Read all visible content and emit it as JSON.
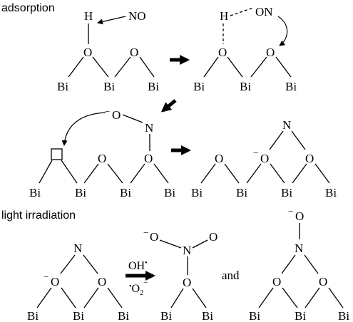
{
  "labels": {
    "adsorption": "adsorption",
    "light_irradiation": "light irradiation",
    "and": "and",
    "radical_oh": "OH",
    "radical_o2": "O",
    "o2_subscript": "2",
    "dot": "•",
    "minus": "−"
  },
  "atoms": {
    "H": "H",
    "N": "N",
    "O": "O",
    "NO": "NO",
    "ON": "ON",
    "Bi": "Bi"
  },
  "colors": {
    "ink": "#000000",
    "background": "#ffffff"
  }
}
